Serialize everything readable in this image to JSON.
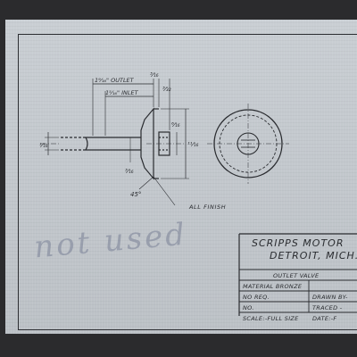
{
  "dimensions": {
    "outlet": "1⁹⁄₁₆\" OUTLET",
    "inlet": "1⁵⁄₁₆\" INLET",
    "top_right_a": "³⁄₁₆",
    "top_right_b": "³⁄₃₂",
    "left_dia": "¹⁄₁₆",
    "stem_dia": "³⁄₁₆",
    "head_dia": "⁶⁄₁₆",
    "flange_dia": "¹¹⁄₁₆",
    "chamfer": "45°",
    "finish_note": "ALL FINISH"
  },
  "pencil_note": "not used",
  "title_block": {
    "company": "SCRIPPS MOTOR",
    "city": "DETROIT, MICH.",
    "part_name": "OUTLET VALVE",
    "material": "MATERIAL BRONZE",
    "no_req": "NO REQ.",
    "no": "NO.",
    "drawn_by": "DRAWN BY-",
    "traced": "TRACED -",
    "scale": "SCALE:-FULL SIZE",
    "date": "DATE:-F"
  },
  "colors": {
    "paper": "#c5cacf",
    "ink": "#2a2c30",
    "background": "#2b2b2d",
    "pencil": "#7880a0"
  }
}
